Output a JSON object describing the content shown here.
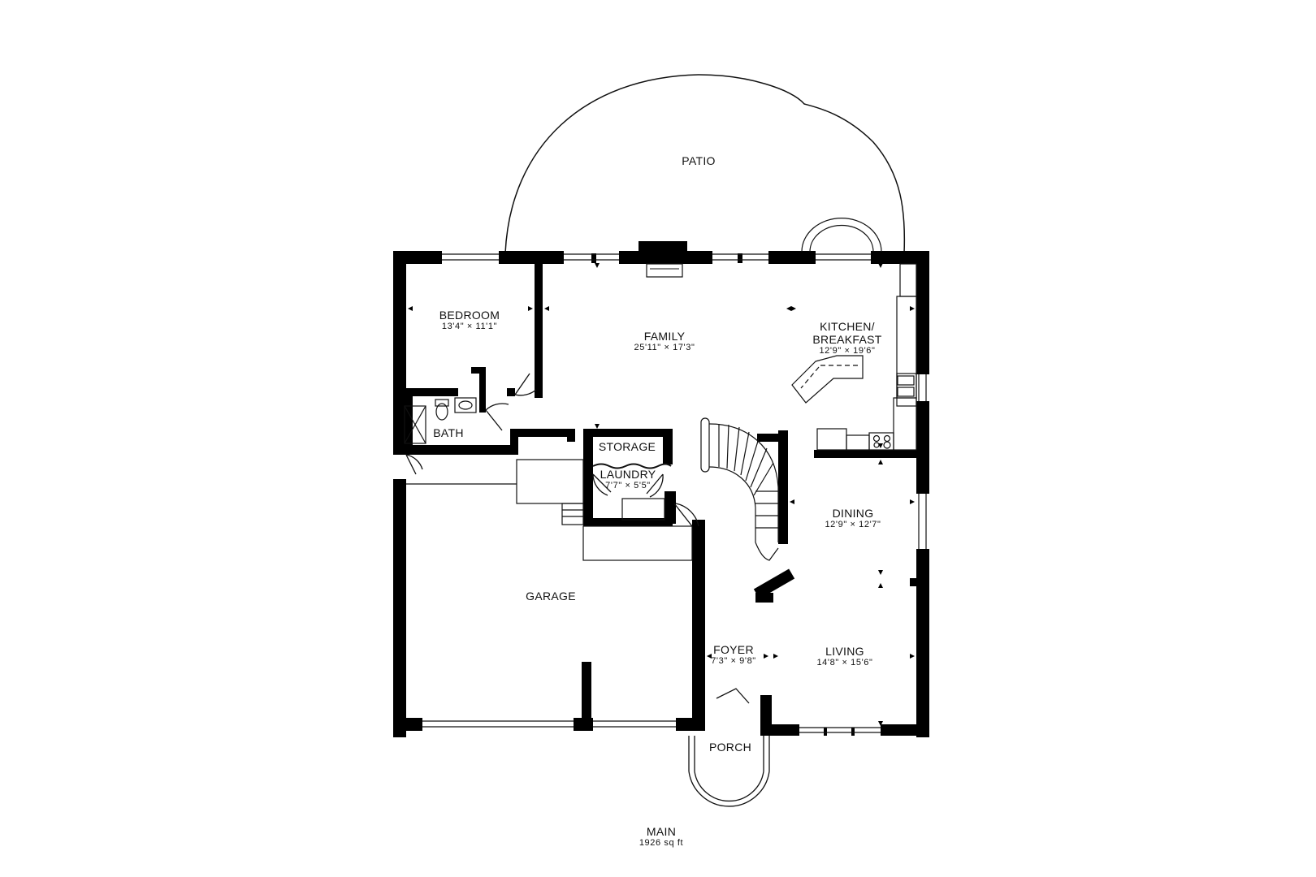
{
  "plan": {
    "floor_name": "MAIN",
    "total_area": "1926 sq ft",
    "colors": {
      "wall": "#000000",
      "line": "#111111",
      "background": "#ffffff"
    }
  },
  "rooms": {
    "patio": {
      "name": "PATIO"
    },
    "bedroom": {
      "name": "BEDROOM",
      "dims": "13'4\" × 11'1\""
    },
    "family": {
      "name": "FAMILY",
      "dims": "25'11\" × 17'3\""
    },
    "kitchen": {
      "name": "KITCHEN/",
      "name2": "BREAKFAST",
      "dims": "12'9\" × 19'6\""
    },
    "bath": {
      "name": "BATH"
    },
    "storage": {
      "name": "STORAGE"
    },
    "laundry": {
      "name": "LAUNDRY",
      "dims": "7'7\" × 5'5\""
    },
    "dining": {
      "name": "DINING",
      "dims": "12'9\" × 12'7\""
    },
    "garage": {
      "name": "GARAGE"
    },
    "foyer": {
      "name": "FOYER",
      "dims": "7'3\" × 9'8\""
    },
    "living": {
      "name": "LIVING",
      "dims": "14'8\" × 15'6\""
    },
    "porch": {
      "name": "PORCH"
    }
  }
}
